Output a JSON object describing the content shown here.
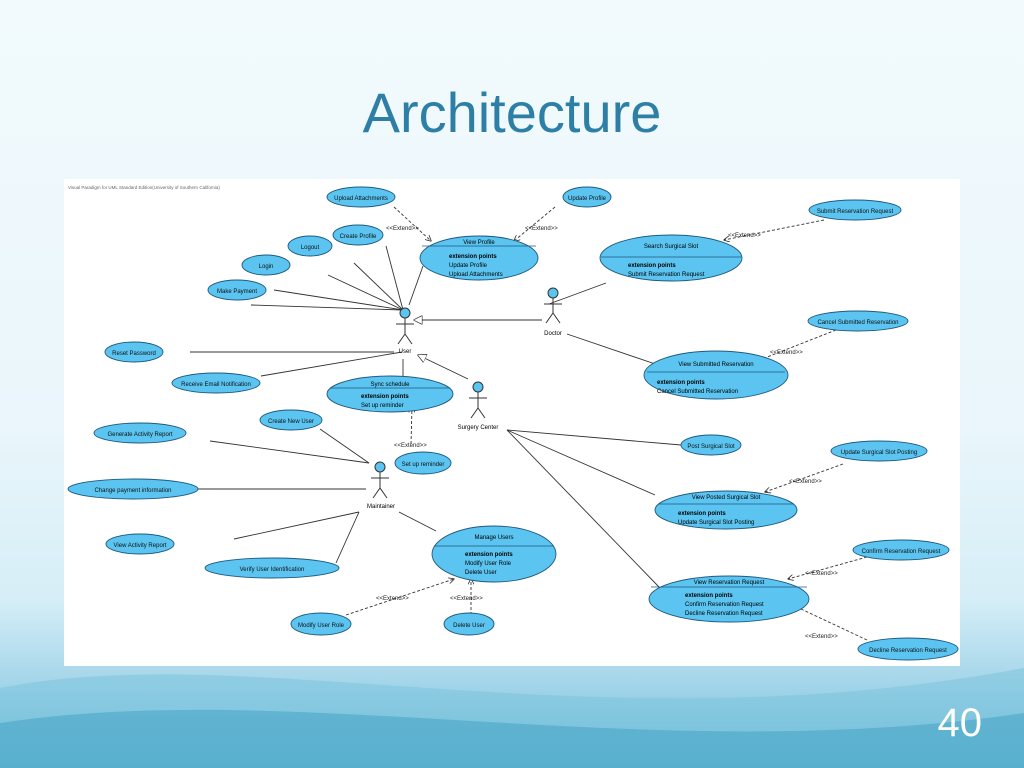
{
  "slide": {
    "title": "Architecture",
    "number": "40"
  },
  "diagram": {
    "watermark": "Visual Paradigm for UML Standard Edition(University of Southern California)",
    "actors": {
      "user": "User",
      "doctor": "Doctor",
      "surgery_center": "Surgery Center",
      "maintainer": "Maintainer"
    },
    "extend_label": "<<Extend>>",
    "extension_points_label": "extension points",
    "use_cases": {
      "upload_attachments": "Upload Attachments",
      "update_profile": "Update Profile",
      "submit_reservation_request": "Submit Reservation Request",
      "create_profile": "Create Profile",
      "logout": "Logout",
      "login": "Login",
      "make_payment": "Make Payment",
      "reset_password": "Reset Password",
      "receive_email_notification": "Receive Email Notification",
      "cancel_submitted_reservation": "Cancel Submitted Reservation",
      "create_new_user": "Create New User",
      "generate_activity_report": "Generate Activity Report",
      "set_up_reminder": "Set up reminder",
      "post_surgical_slot": "Post Surgical Slot",
      "update_surgical_slot_posting": "Update Surgical Slot Posting",
      "change_payment_information": "Change payment information",
      "view_activity_report": "View Activity Report",
      "verify_user_identification": "Verify User Identification",
      "confirm_reservation_request": "Confirm Reservation Request",
      "modify_user_role": "Modify User Role",
      "delete_user": "Delete User",
      "decline_reservation_request": "Decline Reservation Request"
    },
    "extended_use_cases": {
      "view_profile": {
        "title": "View Profile",
        "points": [
          "Update Profile",
          "Upload Attachments"
        ]
      },
      "search_surgical_slot": {
        "title": "Search Surgical Slot",
        "points": [
          "Submit Reservation Request"
        ]
      },
      "view_submitted_reservation": {
        "title": "View Submitted Reservation",
        "points": [
          "Cancel Submitted Reservation"
        ]
      },
      "sync_schedule": {
        "title": "Sync schedule",
        "points": [
          "Set up reminder"
        ]
      },
      "view_posted_surgical_slot": {
        "title": "View Posted Surgical Slot",
        "points": [
          "Update Surgical Slot Posting"
        ]
      },
      "manage_users": {
        "title": "Manage Users",
        "points": [
          "Modify User Role",
          "Delete User"
        ]
      },
      "view_reservation_request": {
        "title": "View Reservation Request",
        "points": [
          "Confirm Reservation Request",
          "Decline Reservation Request"
        ]
      }
    },
    "colors": {
      "use_case_fill": "#5bc4f0",
      "use_case_stroke": "#1f5a80",
      "actor_head": "#5bc4f0",
      "line": "#333333"
    }
  }
}
